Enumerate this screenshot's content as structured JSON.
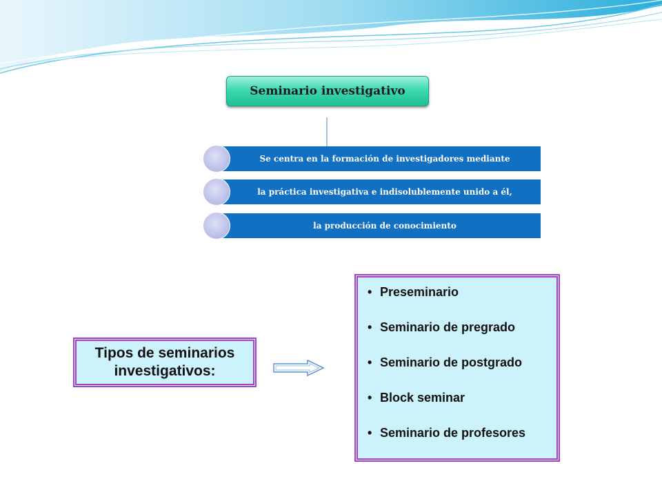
{
  "diagram": {
    "title": "Seminario  investigativo",
    "steps": [
      "Se centra en la formación de investigadores mediante",
      "la práctica investigativa e indisolublemente unido a él,",
      "la producción de conocimiento"
    ]
  },
  "tipos": {
    "line1": "Tipos de seminarios",
    "line2": "investigativos:"
  },
  "types_list": {
    "bullet": "•",
    "items": [
      "Preseminario",
      "Seminario de pregrado",
      "Seminario de postgrado",
      "Block seminar",
      "Seminario de profesores"
    ]
  },
  "colors": {
    "title_box": "#3fd8b0",
    "step_bar": "#1170c2",
    "step_circle": "#bcc1ea",
    "box_fill": "#ccf2fb",
    "box_border": "#a640c4"
  }
}
